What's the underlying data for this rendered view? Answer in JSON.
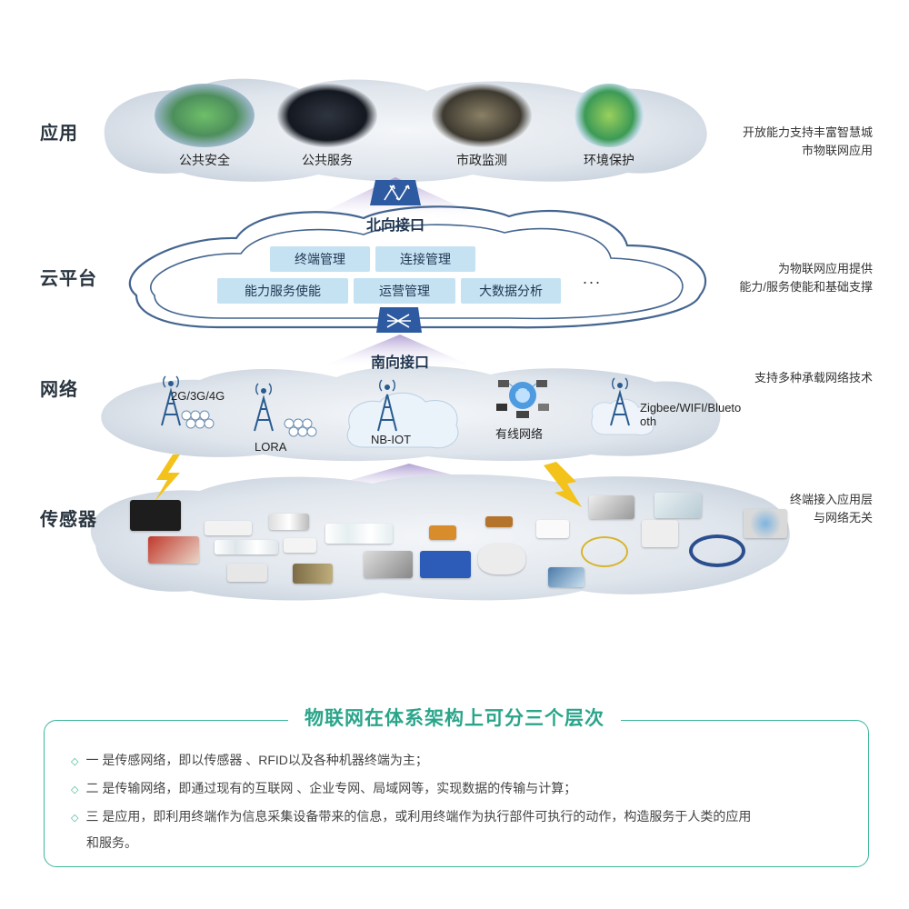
{
  "layers": {
    "application": {
      "label": "应用",
      "note_line1": "开放能力支持丰富智慧城",
      "note_line2": "市物联网应用",
      "items": [
        "公共安全",
        "公共服务",
        "市政监测",
        "环境保护"
      ]
    },
    "cloud_platform": {
      "label": "云平台",
      "note_line1": "为物联网应用提供",
      "note_line2": "能力/服务使能和基础支撑",
      "north_interface": "北向接口",
      "south_interface": "南向接口",
      "boxes_row1": [
        "终端管理",
        "连接管理"
      ],
      "boxes_row2": [
        "能力服务使能",
        "运营管理",
        "大数据分析"
      ],
      "ellipsis": "..."
    },
    "network": {
      "label": "网络",
      "note": "支持多种承载网络技术",
      "items": [
        "2G/3G/4G",
        "LORA",
        "NB-IOT",
        "有线网络",
        "Zigbee/WIFI/Blueto",
        "oth"
      ]
    },
    "sensor": {
      "label": "传感器",
      "note_line1": "终端接入应用层",
      "note_line2": "与网络无关"
    }
  },
  "summary": {
    "title": "物联网在体系架构上可分三个层次",
    "bullets": [
      "一 是传感网络，即以传感器 、RFID以及各种机器终端为主；",
      "二 是传输网络，即通过现有的互联网 、企业专网、局域网等，实现数据的传输与计算；",
      "三 是应用，即利用终端作为信息采集设备带来的信息，或利用终端作为执行部件可执行的动作，构造服务于人类的应用",
      "和服务。"
    ],
    "bullet_marker": "◇"
  },
  "colors": {
    "accent_green": "#2aa58a",
    "box_blue": "#c5e2f3",
    "cloud_grey": "#d6dde6",
    "ring_blue": "#44658f",
    "arrow_purple": "#b7a7d3"
  }
}
